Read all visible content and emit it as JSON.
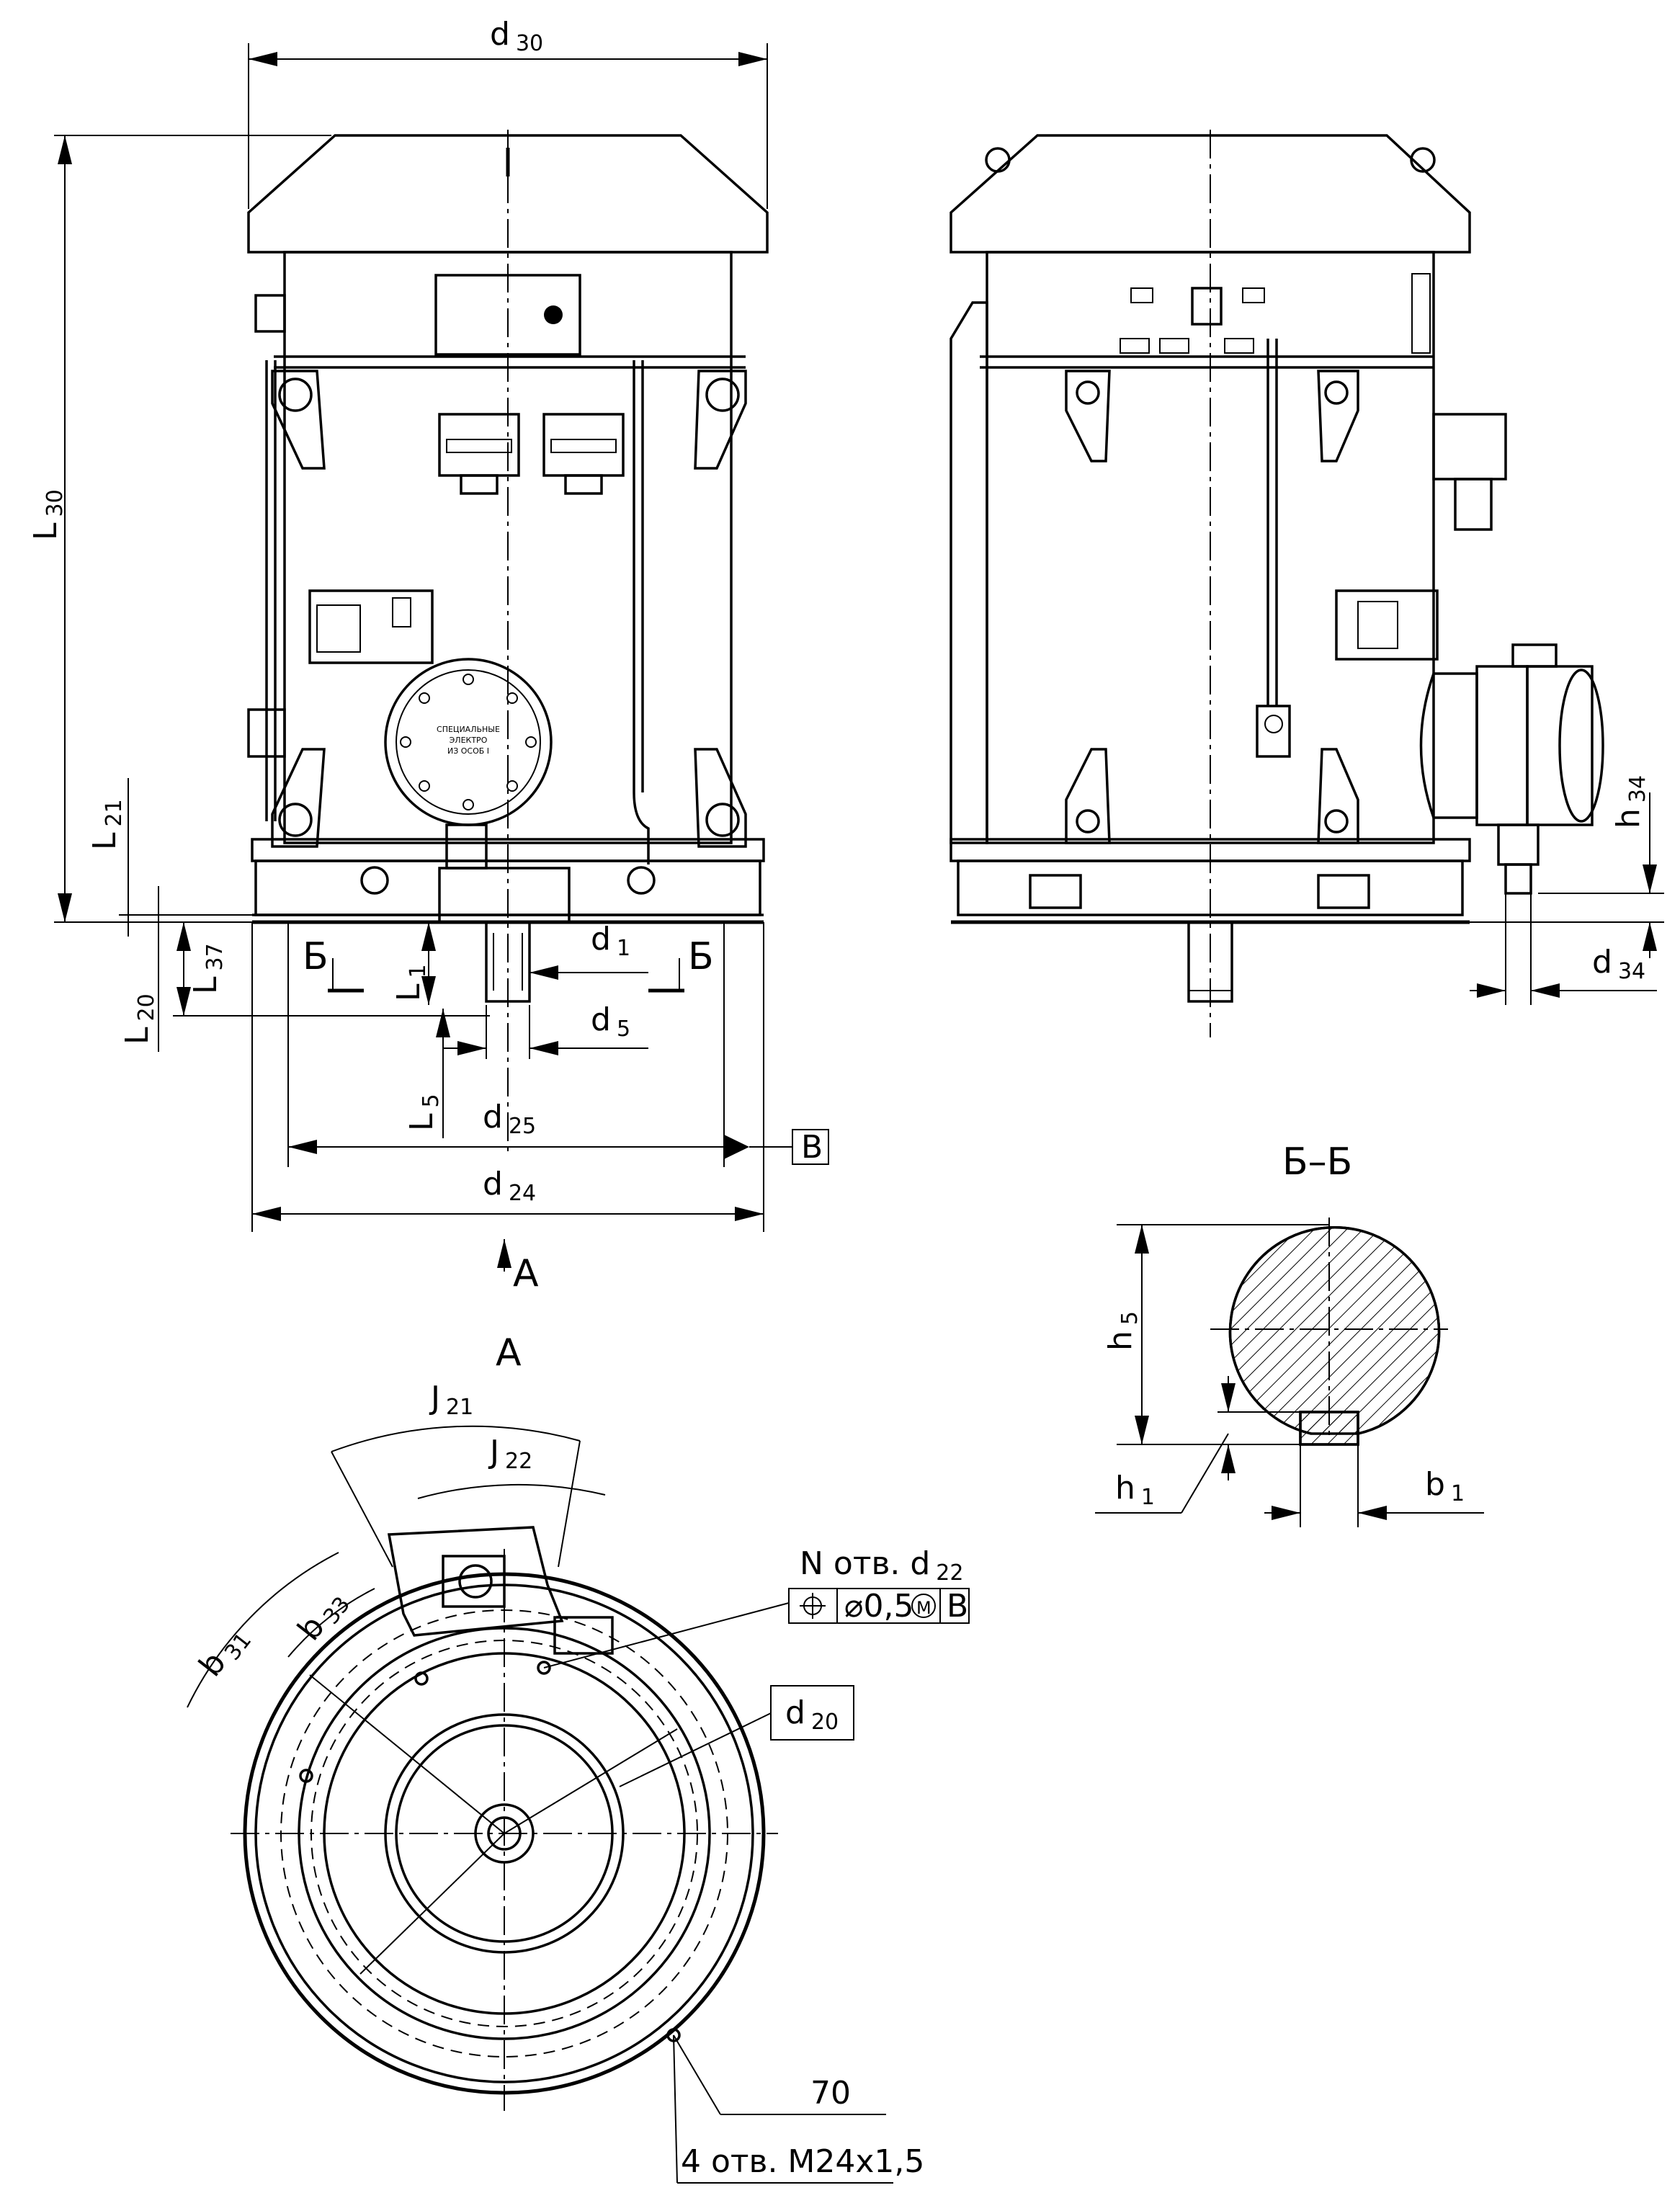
{
  "dimensions": {
    "d30": {
      "main": "d",
      "sub": "30"
    },
    "L30": {
      "main": "L",
      "sub": "30"
    },
    "L21": {
      "main": "L",
      "sub": "21"
    },
    "L37": {
      "main": "L",
      "sub": "37"
    },
    "L20": {
      "main": "L",
      "sub": "20"
    },
    "L1": {
      "main": "L",
      "sub": "1"
    },
    "L5": {
      "main": "L",
      "sub": "5"
    },
    "d1": {
      "main": "d",
      "sub": "1"
    },
    "d5": {
      "main": "d",
      "sub": "5"
    },
    "d25": {
      "main": "d",
      "sub": "25"
    },
    "d24": {
      "main": "d",
      "sub": "24"
    },
    "h34": {
      "main": "h",
      "sub": "34"
    },
    "d34": {
      "main": "d",
      "sub": "34"
    },
    "h5": {
      "main": "h",
      "sub": "5"
    },
    "h1": {
      "main": "h",
      "sub": "1"
    },
    "b1": {
      "main": "b",
      "sub": "1"
    },
    "J21": {
      "main": "J",
      "sub": "21"
    },
    "J22": {
      "main": "J",
      "sub": "22"
    },
    "b31": {
      "main": "b",
      "sub": "31"
    },
    "b33": {
      "main": "b",
      "sub": "33"
    },
    "d20": {
      "main": "d",
      "sub": "20"
    }
  },
  "section_marks": {
    "left": "Б",
    "right": "Б"
  },
  "section_title": "Б–Б",
  "view_arrow_label": "A",
  "view_title": "A",
  "datum": "B",
  "holes_note": {
    "main": "N отв. d",
    "sub": "22"
  },
  "tolerance_frame": {
    "symbol": "position-icon",
    "value": "⌀0,5",
    "modifier": "M",
    "datum": "B"
  },
  "angle_value": "70",
  "thread_note": "4 отв. M24x1,5",
  "nameplate_text": [
    "СПЕЦИАЛЬНЫЕ",
    "ЭЛЕКТРО",
    "ИЗ ОСОБ I"
  ]
}
